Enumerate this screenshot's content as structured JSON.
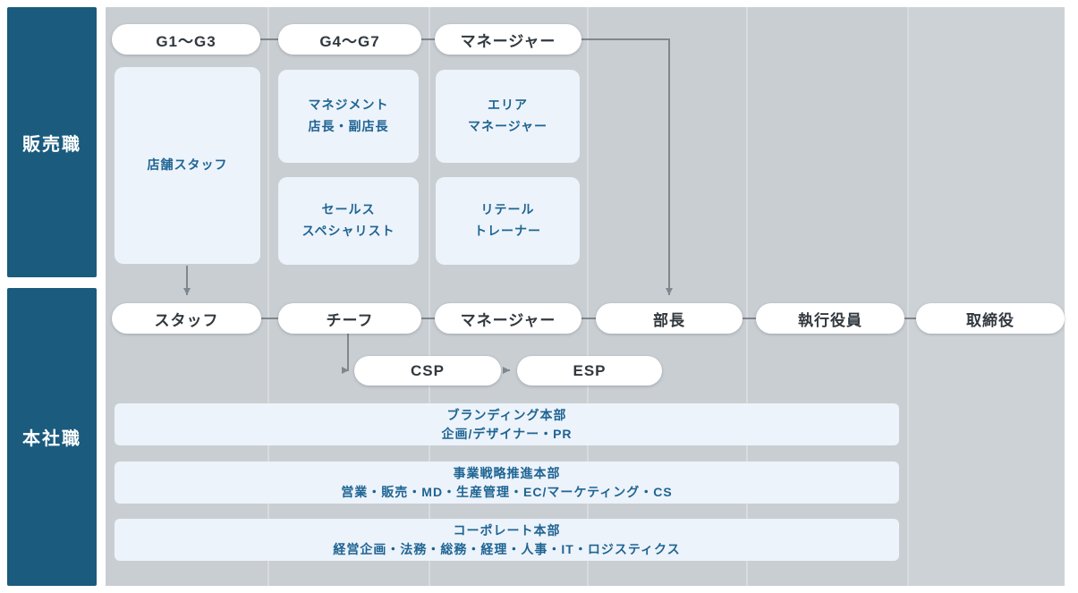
{
  "sidebar": {
    "sales": "販売職",
    "headquarters": "本社職"
  },
  "sales_grades": {
    "g1_g3": "G1〜G3",
    "g4_g7": "G4〜G7",
    "manager": "マネージャー"
  },
  "sales_roles": {
    "store_staff": "店舗スタッフ",
    "management_line1": "マネジメント",
    "management_line2": "店長・副店長",
    "sales_specialist_line1": "セールス",
    "sales_specialist_line2": "スペシャリスト",
    "area_manager_line1": "エリア",
    "area_manager_line2": "マネージャー",
    "retail_trainer_line1": "リテール",
    "retail_trainer_line2": "トレーナー"
  },
  "hq_grades": {
    "staff": "スタッフ",
    "chief": "チーフ",
    "manager": "マネージャー",
    "director": "部長",
    "executive_officer": "執行役員",
    "board_director": "取締役"
  },
  "specialist_grades": {
    "csp": "CSP",
    "esp": "ESP"
  },
  "divisions": [
    {
      "title": "ブランディング本部",
      "members": "企画/デザイナー・PR"
    },
    {
      "title": "事業戦略推進本部",
      "members": "営業・販売・MD・生産管理・EC/マーケティング・CS"
    },
    {
      "title": "コーポレート本部",
      "members": "経営企画・法務・総務・経理・人事・IT・ロジスティクス"
    }
  ],
  "colors": {
    "sidebar_block": "#1a5b7e",
    "board_background": "#c9ced3",
    "role_box_background": "#edf3fa",
    "role_box_text": "#1e6493",
    "pill_background": "#ffffff",
    "connector": "#80878e"
  }
}
